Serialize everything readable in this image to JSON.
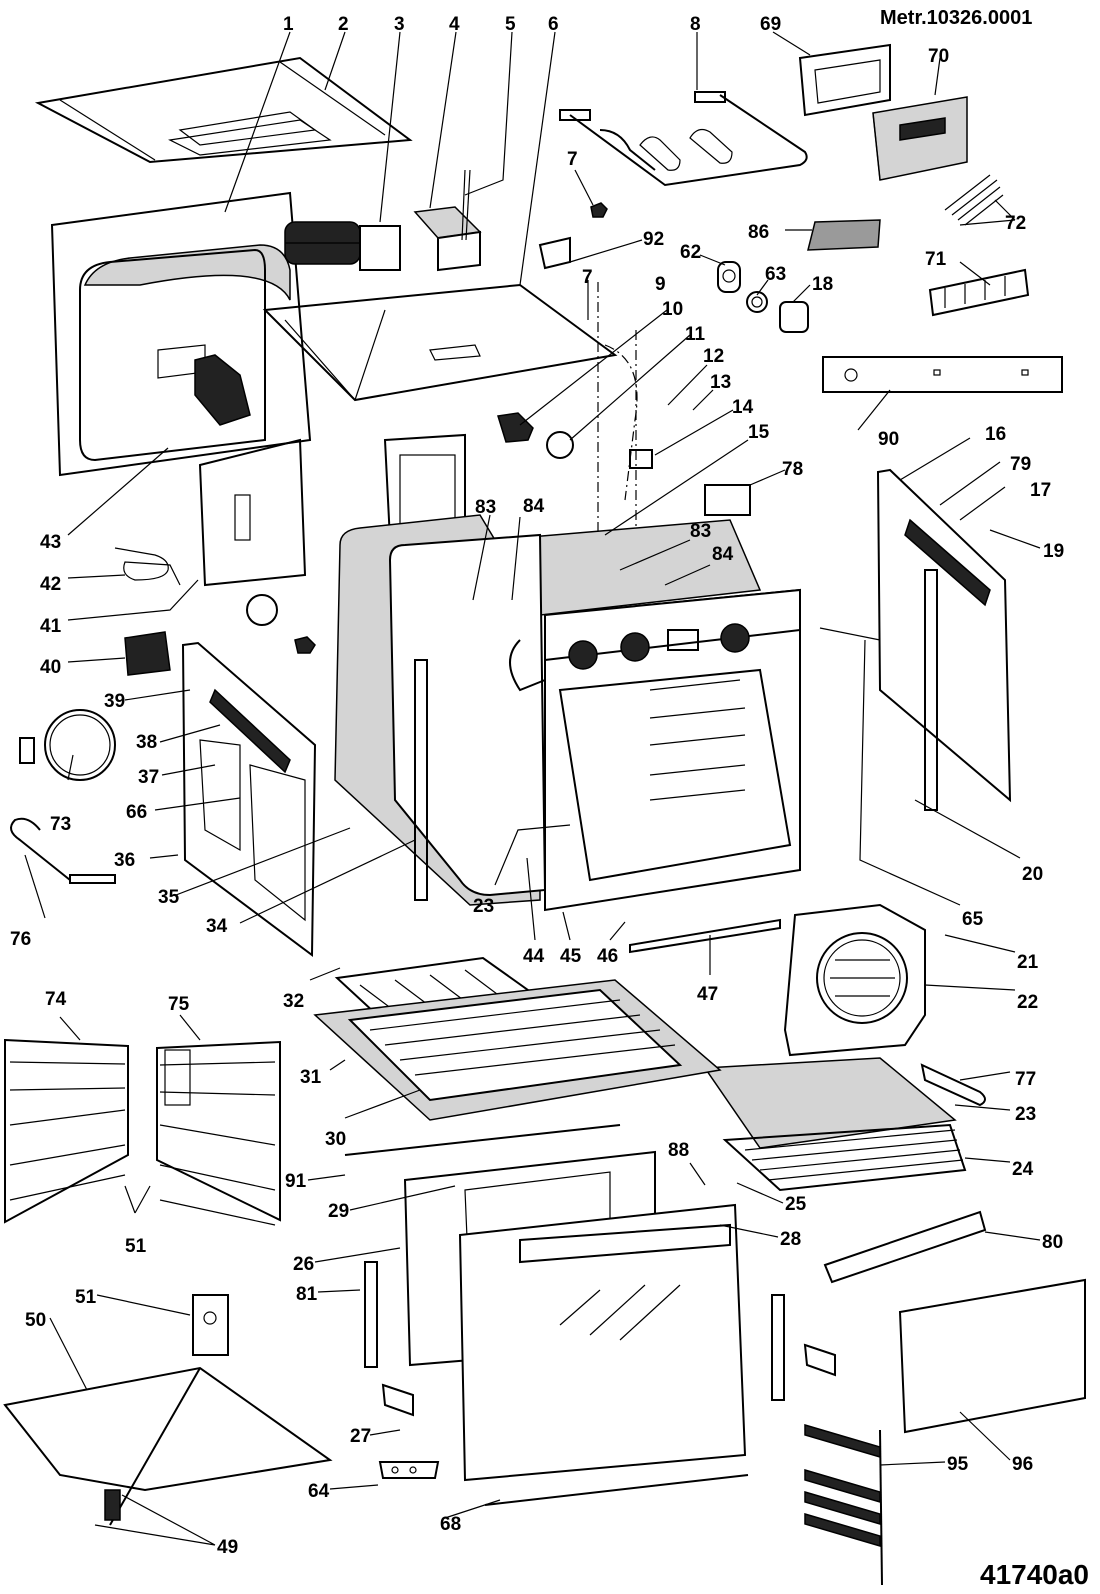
{
  "document": {
    "type": "exploded parts diagram",
    "subject": "built-in electric oven",
    "header_code": "Metr.10326.0001",
    "footer_code": "41740a0"
  },
  "colors": {
    "ink": "#000000",
    "background": "#ffffff",
    "shading": "#d4d4d4"
  },
  "labels": [
    {
      "id": "1"
    },
    {
      "id": "2"
    },
    {
      "id": "3"
    },
    {
      "id": "4"
    },
    {
      "id": "5"
    },
    {
      "id": "6"
    },
    {
      "id": "8"
    },
    {
      "id": "69"
    },
    {
      "id": "70"
    },
    {
      "id": "7"
    },
    {
      "id": "92"
    },
    {
      "id": "86"
    },
    {
      "id": "72"
    },
    {
      "id": "62"
    },
    {
      "id": "63"
    },
    {
      "id": "18"
    },
    {
      "id": "71"
    },
    {
      "id": "7b",
      "text": "7"
    },
    {
      "id": "9"
    },
    {
      "id": "10"
    },
    {
      "id": "11"
    },
    {
      "id": "12"
    },
    {
      "id": "13"
    },
    {
      "id": "14"
    },
    {
      "id": "15"
    },
    {
      "id": "90"
    },
    {
      "id": "16"
    },
    {
      "id": "78"
    },
    {
      "id": "79"
    },
    {
      "id": "17"
    },
    {
      "id": "19"
    },
    {
      "id": "43"
    },
    {
      "id": "42"
    },
    {
      "id": "41"
    },
    {
      "id": "40"
    },
    {
      "id": "39"
    },
    {
      "id": "38"
    },
    {
      "id": "37"
    },
    {
      "id": "66"
    },
    {
      "id": "73"
    },
    {
      "id": "36"
    },
    {
      "id": "35"
    },
    {
      "id": "76"
    },
    {
      "id": "34"
    },
    {
      "id": "83a",
      "text": "83"
    },
    {
      "id": "84a",
      "text": "84"
    },
    {
      "id": "83b",
      "text": "83"
    },
    {
      "id": "84b",
      "text": "84"
    },
    {
      "id": "20"
    },
    {
      "id": "65"
    },
    {
      "id": "23a",
      "text": "23"
    },
    {
      "id": "44"
    },
    {
      "id": "45"
    },
    {
      "id": "46"
    },
    {
      "id": "47"
    },
    {
      "id": "21"
    },
    {
      "id": "22"
    },
    {
      "id": "32"
    },
    {
      "id": "77"
    },
    {
      "id": "23b",
      "text": "23"
    },
    {
      "id": "74"
    },
    {
      "id": "75"
    },
    {
      "id": "31"
    },
    {
      "id": "30"
    },
    {
      "id": "24"
    },
    {
      "id": "91"
    },
    {
      "id": "88"
    },
    {
      "id": "29"
    },
    {
      "id": "25"
    },
    {
      "id": "28"
    },
    {
      "id": "26"
    },
    {
      "id": "80"
    },
    {
      "id": "81"
    },
    {
      "id": "51"
    },
    {
      "id": "51b",
      "text": "51"
    },
    {
      "id": "50"
    },
    {
      "id": "27"
    },
    {
      "id": "64"
    },
    {
      "id": "68"
    },
    {
      "id": "95"
    },
    {
      "id": "96"
    },
    {
      "id": "49"
    }
  ]
}
